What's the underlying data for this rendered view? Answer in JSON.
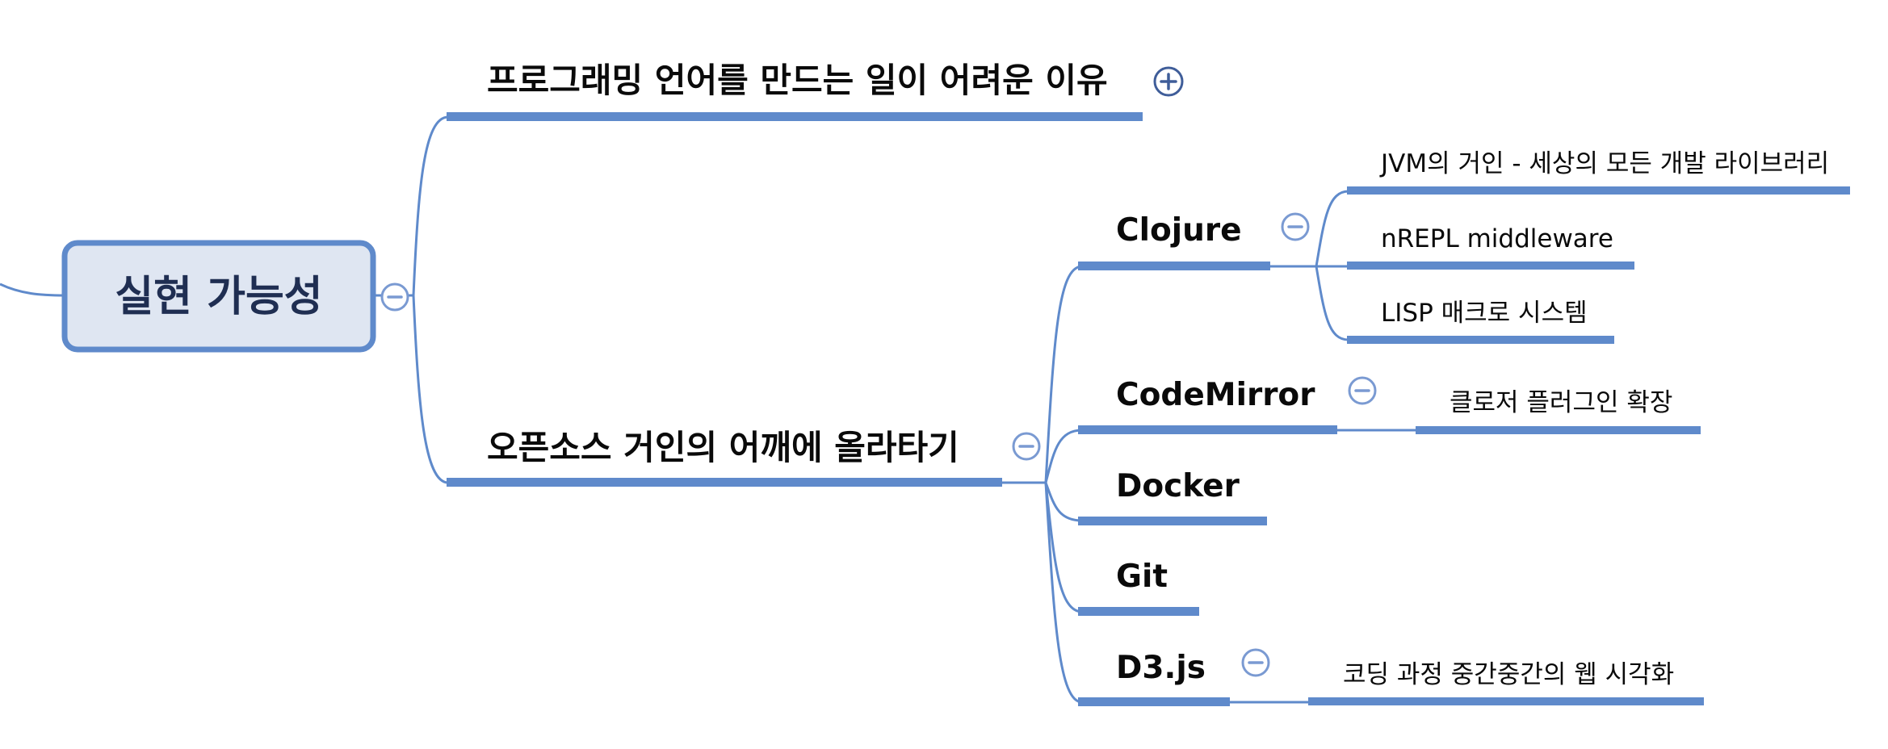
{
  "root": {
    "label": "실현 가능성",
    "toggle": "collapse"
  },
  "branches": [
    {
      "id": "difficulty",
      "label": "프로그래밍 언어를 만드는 일이 어려운 이유",
      "toggle": "expand",
      "children": []
    },
    {
      "id": "giants",
      "label": "오픈소스 거인의 어깨에 올라타기",
      "toggle": "collapse",
      "children": [
        {
          "id": "clojure",
          "label": "Clojure",
          "toggle": "collapse",
          "children": [
            {
              "label": "JVM의 거인 - 세상의 모든 개발 라이브러리"
            },
            {
              "label": "nREPL middleware"
            },
            {
              "label": "LISP 매크로 시스템"
            }
          ]
        },
        {
          "id": "codemirror",
          "label": "CodeMirror",
          "toggle": "collapse",
          "children": [
            {
              "label": "클로저 플러그인 확장"
            }
          ]
        },
        {
          "id": "docker",
          "label": "Docker",
          "children": []
        },
        {
          "id": "git",
          "label": "Git",
          "children": []
        },
        {
          "id": "d3",
          "label": "D3.js",
          "toggle": "collapse",
          "children": [
            {
              "label": "코딩 과정 중간중간의 웹 시각화"
            }
          ]
        }
      ]
    }
  ],
  "colors": {
    "connector": "#5f8acb",
    "root_fill": "#dfe6f2",
    "root_border": "#5f8acb",
    "root_text": "#1f2e52",
    "toggle_stroke": "#7a9ad2"
  }
}
